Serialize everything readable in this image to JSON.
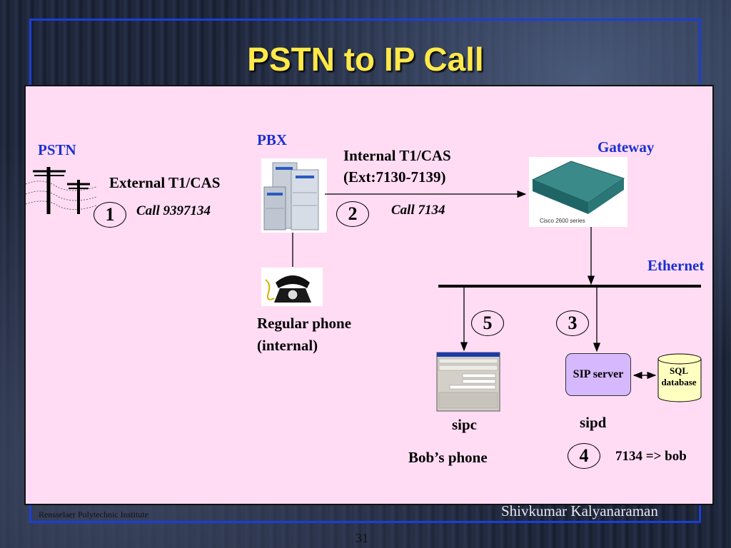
{
  "slide": {
    "title": "PSTN to IP Call",
    "footer_left": "Rensselaer Polytechnic Institute",
    "footer_right": "Shivkumar Kalyanaraman",
    "page_number": "31"
  },
  "nodes": {
    "pstn": "PSTN",
    "pbx": "PBX",
    "gateway": "Gateway",
    "gateway_model": "Cisco 2600 series",
    "ethernet": "Ethernet",
    "regular_phone_line1": "Regular phone",
    "regular_phone_line2": "(internal)",
    "sip_server": "SIP server",
    "sql_line1": "SQL",
    "sql_line2": "database",
    "sipc": "sipc",
    "sipd": "sipd",
    "bobs_phone": "Bob’s phone"
  },
  "links": {
    "external": "External T1/CAS",
    "internal_line1": "Internal T1/CAS",
    "internal_line2": "(Ext:7130-7139)"
  },
  "steps": [
    {
      "num": "1",
      "label": "Call 9397134"
    },
    {
      "num": "2",
      "label": "Call 7134"
    },
    {
      "num": "3",
      "label": ""
    },
    {
      "num": "4",
      "label": "7134 => bob"
    },
    {
      "num": "5",
      "label": ""
    }
  ],
  "colors": {
    "panel": "#ffdcf4",
    "title": "#ffe94a",
    "node_label": "#1a2fcf",
    "frame": "#1a3fd6",
    "sip_server": "#d6b8ff",
    "sql_database": "#ffffc0"
  }
}
